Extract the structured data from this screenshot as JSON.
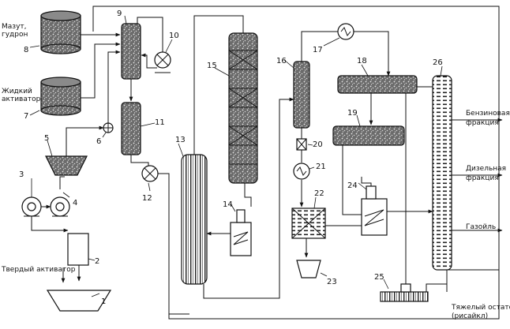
{
  "labels": {
    "mazut_line1": "Мазут,",
    "mazut_line2": "гудрон",
    "liquid_line1": "Жидкий",
    "liquid_line2": "активатор",
    "solid_activator": "Твердый активатор",
    "benzine_line1": "Бензиновая",
    "benzine_line2": "фракция",
    "diesel_line1": "Дизельная",
    "diesel_line2": "фракция",
    "gasoil": "Газойль",
    "residue_line1": "Тяжелый остаток",
    "residue_line2": "(рисайкл)"
  },
  "numbers": {
    "n1": "1",
    "n2": "2",
    "n3": "3",
    "n4": "4",
    "n5": "5",
    "n6": "6",
    "n7": "7",
    "n8": "8",
    "n9": "9",
    "n10": "10",
    "n11": "11",
    "n12": "12",
    "n13": "13",
    "n14": "14",
    "n15": "15",
    "n16": "16",
    "n17": "17",
    "n18": "18",
    "n19": "19",
    "n20": "20",
    "n21": "21",
    "n22": "22",
    "n23": "23",
    "n24": "24",
    "n25": "25",
    "n26": "26"
  }
}
